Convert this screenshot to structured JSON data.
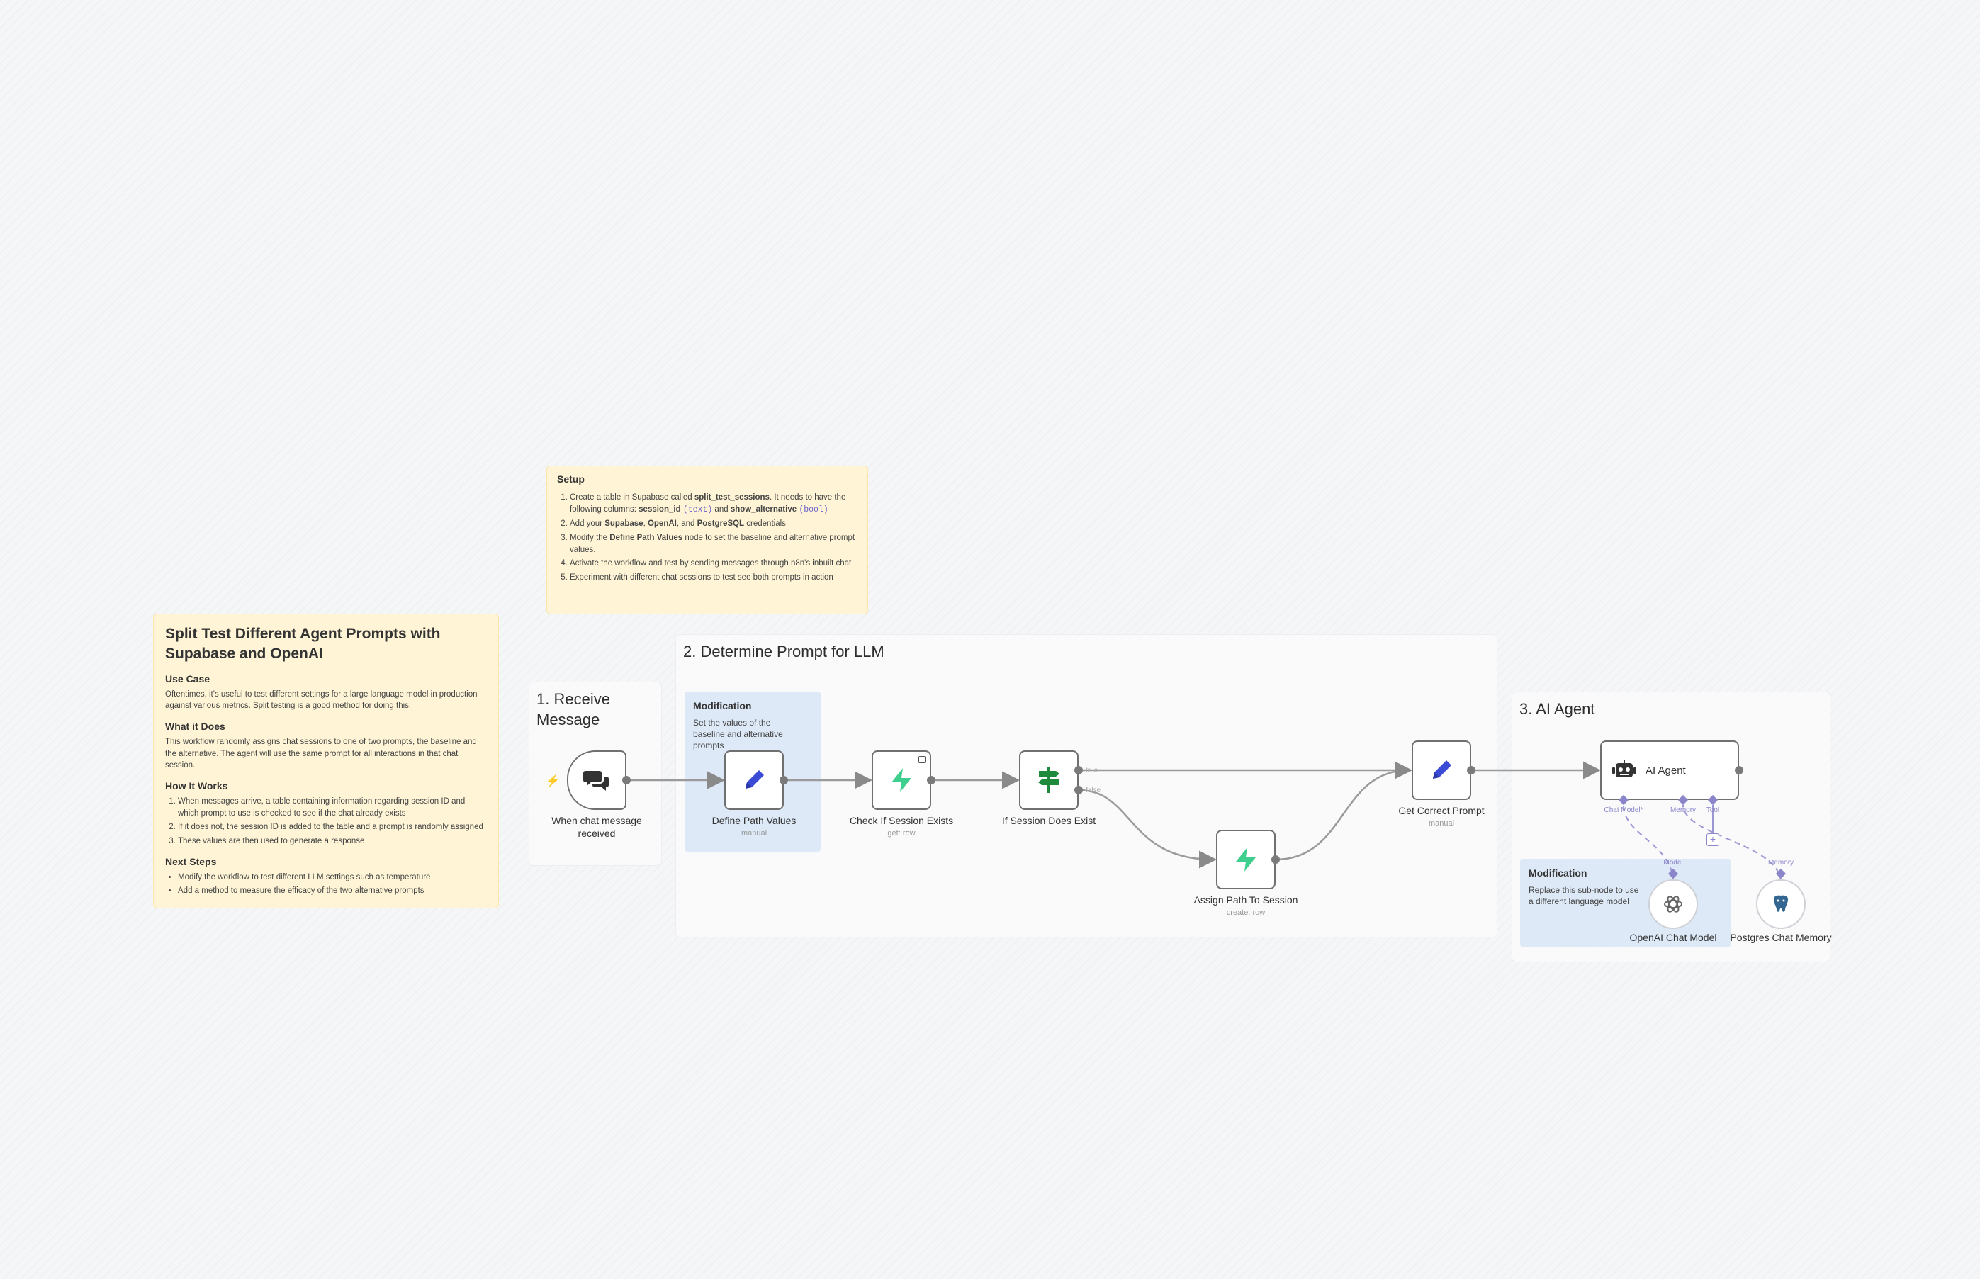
{
  "main_sticky": {
    "title": "Split Test Different Agent Prompts with Supabase and OpenAI",
    "use_case_heading": "Use Case",
    "use_case_text": "Oftentimes, it's useful to test different settings for a large language model in production against various metrics. Split testing is a good method for doing this.",
    "what_heading": "What it Does",
    "what_text": "This workflow randomly assigns chat sessions to one of two prompts, the baseline and the alternative. The agent will use the same prompt for all interactions in that chat session.",
    "how_heading": "How It Works",
    "how_items": [
      "When messages arrive, a table containing information regarding session ID and which prompt to use is checked to see if the chat already exists",
      "If it does not, the session ID is added to the table and a prompt is randomly assigned",
      "These values are then used to generate a response"
    ],
    "next_heading": "Next Steps",
    "next_items": [
      "Modify the workflow to test different LLM settings such as temperature",
      "Add a method to measure the efficacy of the two alternative prompts"
    ]
  },
  "setup_sticky": {
    "title": "Setup",
    "s1_a": "Create a table in Supabase called ",
    "s1_b": "split_test_sessions",
    "s1_c": ". It needs to have the following columns: ",
    "s1_d": "session_id",
    "s1_e": "(text)",
    "s1_f": " and ",
    "s1_g": "show_alternative",
    "s1_h": "(bool)",
    "s2_a": "Add your ",
    "s2_b": "Supabase",
    "s2_c": ", ",
    "s2_d": "OpenAI",
    "s2_e": ", and ",
    "s2_f": "PostgreSQL",
    "s2_g": " credentials",
    "s3_a": "Modify the ",
    "s3_b": "Define Path Values",
    "s3_c": " node to set the baseline and alternative prompt values.",
    "s4": "Activate the workflow and test by sending messages through n8n's inbuilt chat",
    "s5": "Experiment with different chat sessions to test see both prompts in action"
  },
  "groups": {
    "receive": "1. Receive Message",
    "determine": "2. Determine Prompt for LLM",
    "agent": "3. AI Agent"
  },
  "notes": {
    "mod1_title": "Modification",
    "mod1_text": "Set the values of the baseline and alternative prompts",
    "mod2_title": "Modification",
    "mod2_text": "Replace this sub-node to use a different language model"
  },
  "nodes": {
    "chat_trigger": {
      "label": "When chat message received",
      "icon": "chat-bubbles-icon"
    },
    "define_path": {
      "label": "Define Path Values",
      "sub": "manual",
      "icon": "pencil-icon"
    },
    "check_session": {
      "label": "Check If Session Exists",
      "sub": "get: row",
      "icon": "supabase-icon"
    },
    "if_session": {
      "label": "If Session Does Exist",
      "true_label": "true",
      "false_label": "false",
      "icon": "signpost-icon"
    },
    "assign_path": {
      "label": "Assign Path To Session",
      "sub": "create: row",
      "icon": "supabase-icon"
    },
    "get_prompt": {
      "label": "Get Correct Prompt",
      "sub": "manual",
      "icon": "pencil-icon"
    },
    "ai_agent": {
      "label": "AI Agent",
      "chat_model": "Chat Model*",
      "memory": "Memory",
      "tool": "Tool",
      "icon": "robot-icon"
    },
    "openai_model": {
      "label": "OpenAI Chat Model",
      "conn": "Model",
      "icon": "openai-icon"
    },
    "postgres_memory": {
      "label": "Postgres Chat Memory",
      "conn": "Memory",
      "icon": "postgres-elephant-icon"
    }
  },
  "colors": {
    "sticky_yellow": "#fff5d6",
    "note_blue": "#dde9f7",
    "supabase_green": "#3ecf8e",
    "pencil_blue": "#3b4bd6",
    "if_green": "#1f8a3c",
    "ai_connector": "#8b86c9",
    "trigger_orange": "#ff6d5a"
  }
}
